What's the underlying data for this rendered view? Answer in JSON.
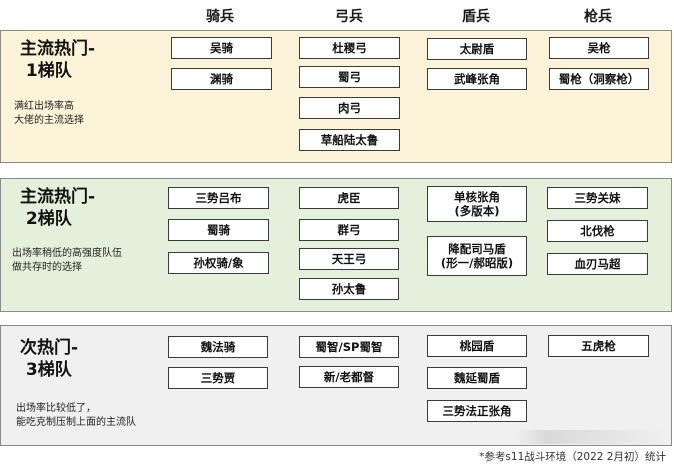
{
  "columns": [
    "骑兵",
    "弓兵",
    "盾兵",
    "枪兵"
  ],
  "tiers": [
    {
      "title": "主流热门-\n 1梯队",
      "desc": "满红出场率高\n大佬的主流选择",
      "bg": "#fdf3d8",
      "cavalry": [
        "吴骑",
        "渊骑"
      ],
      "archer": [
        "杜稷弓",
        "蜀弓",
        "肉弓",
        "草船陆太鲁"
      ],
      "shield": [
        "太尉盾",
        "武峰张角"
      ],
      "spear": [
        "吴枪",
        "蜀枪（洞察枪）"
      ]
    },
    {
      "title": "主流热门-\n 2梯队",
      "desc": "出场率稍低的高强度队伍\n做共存时的选择",
      "bg": "#e4f0dc",
      "cavalry": [
        "三势吕布",
        "蜀骑",
        "孙权骑/象"
      ],
      "archer": [
        "虎臣",
        "群弓",
        "天王弓",
        "孙太鲁"
      ],
      "shield": [
        "单核张角\n(多版本)",
        "降配司马盾\n(形一/郝昭版)"
      ],
      "spear": [
        "三势关妹",
        "北伐枪",
        "血刃马超"
      ]
    },
    {
      "title": "次热门-\n 3梯队",
      "desc": "出场率比较低了，\n能吃克制压制上面的主流队",
      "bg": "#f0f0f0",
      "cavalry": [
        "魏法骑",
        "三势贾"
      ],
      "archer": [
        "蜀智/SP蜀智",
        "新/老都督"
      ],
      "shield": [
        "桃园盾",
        "魏延蜀盾",
        "三势法正张角"
      ],
      "spear": [
        "五虎枪"
      ]
    }
  ],
  "footer": "*参考s11战斗环境（2022 2月初）统计"
}
